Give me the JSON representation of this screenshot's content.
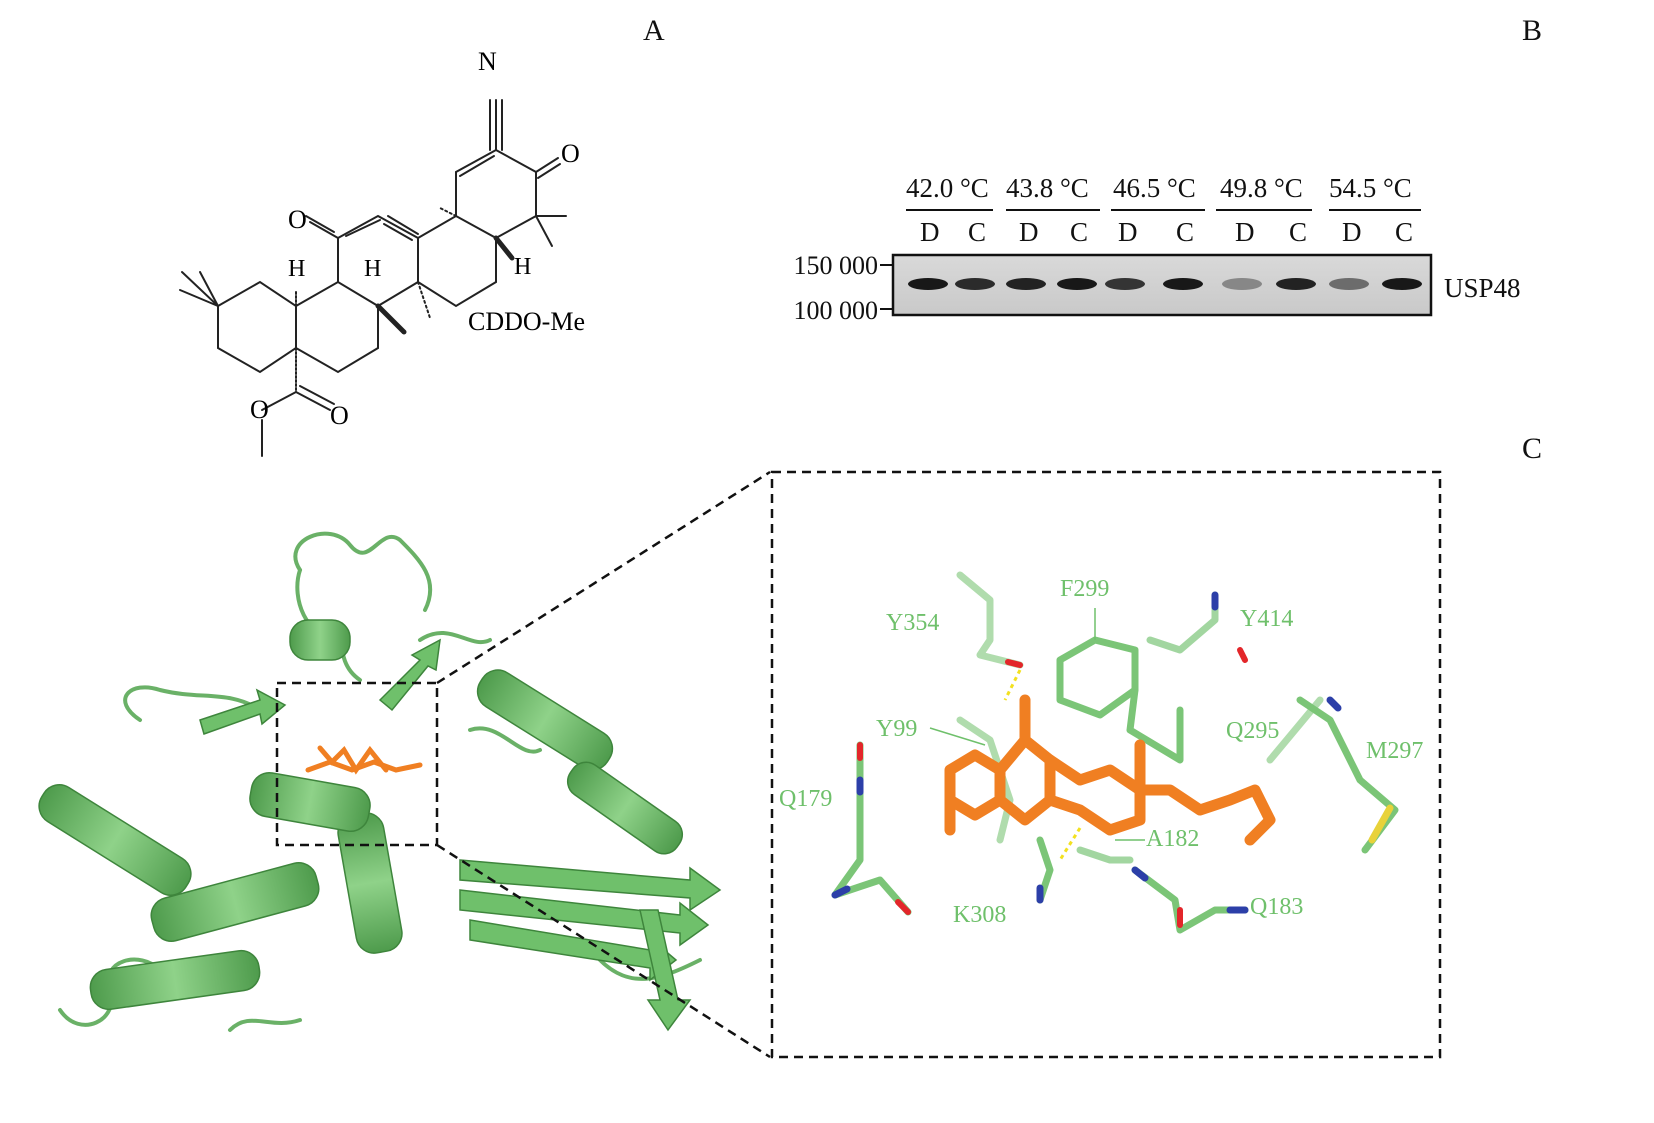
{
  "panels": {
    "a": "A",
    "b": "B",
    "c": "C"
  },
  "molecule": {
    "name": "CDDO-Me",
    "atoms": {
      "n": "N",
      "o_ketone": "O",
      "o_11": "O",
      "h_9": "H",
      "h_9b": "H",
      "h_18": "H",
      "o_ester": "O",
      "o_carbonyl": "O"
    }
  },
  "blot": {
    "temperatures": [
      "42.0 °C",
      "43.8 °C",
      "46.5 °C",
      "49.8 °C",
      "54.5 °C"
    ],
    "lanes": [
      "D",
      "C",
      "D",
      "C",
      "D",
      "C",
      "D",
      "C",
      "D",
      "C"
    ],
    "mw_markers": [
      "150 000",
      "100 000"
    ],
    "protein": "USP48",
    "band_intensity": [
      0.95,
      0.85,
      0.9,
      0.95,
      0.8,
      0.95,
      0.35,
      0.9,
      0.5,
      0.95
    ]
  },
  "residues": [
    "Y354",
    "F299",
    "Y414",
    "Y99",
    "Q295",
    "M297",
    "Q179",
    "A182",
    "K308",
    "Q183"
  ],
  "colors": {
    "protein": "#6fc06b",
    "ligand": "#f07f22",
    "nitrogen": "#2c3fa8",
    "oxygen": "#e3262a",
    "sulfur": "#e8d23a"
  }
}
